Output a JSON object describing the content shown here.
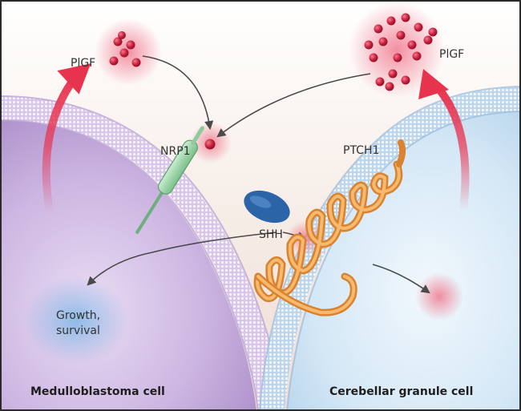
{
  "labels": {
    "plgf_left": "PlGF",
    "plgf_right": "PlGF",
    "nrp1": "NRP1",
    "ptch1": "PTCH1",
    "shh": "SHH",
    "growth_line1": "Growth,",
    "growth_line2": "survival",
    "cell_left": "Medulloblastoma cell",
    "cell_right": "Cerebellar granule cell"
  },
  "colors": {
    "left_cell": "#b79cd2",
    "right_cell": "#b8d6ec",
    "membrane_left": "#c7b0dc",
    "membrane_right": "#a9c6e0",
    "plgf_particle": "#c41e3a",
    "glow": "#ef6b83",
    "big_arrow": "#e8334f",
    "nrp1": "#a9dab4",
    "ptch1": "#f2a24a",
    "shh": "#2b64a7",
    "frame": "#2a2a2a"
  }
}
